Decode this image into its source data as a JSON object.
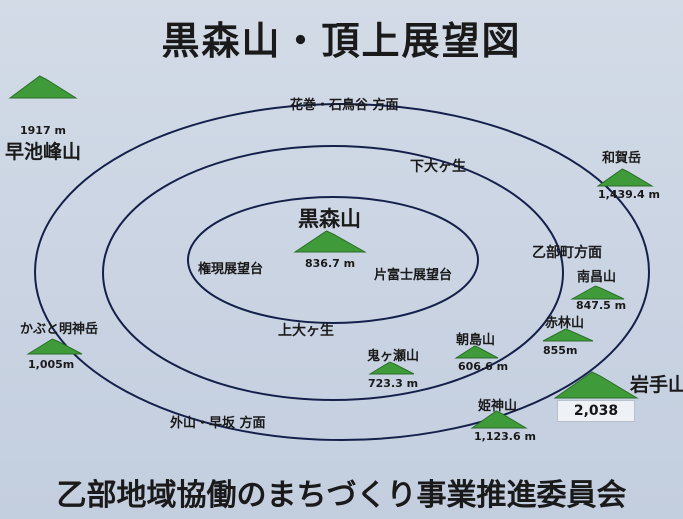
{
  "title": "黒森山・頂上展望図",
  "footer": "乙部地域協働のまちづくり事業推進委員会",
  "directions": {
    "north": "花巻・石鳥谷 方面",
    "east": "乙部町方面",
    "south": "外山・早坂 方面"
  },
  "places": {
    "shimo": "下大ヶ生",
    "kami": "上大ヶ生",
    "gongen": "権現展望台",
    "katafuji": "片富士展望台"
  },
  "summit": {
    "name": "黒森山",
    "elevation": "836.7 m"
  },
  "mountains": [
    {
      "name": "早池峰山",
      "elevation": "1917 m"
    },
    {
      "name": "和賀岳",
      "elevation": "1,439.4 m"
    },
    {
      "name": "南昌山",
      "elevation": "847.5 m"
    },
    {
      "name": "赤林山",
      "elevation": "855m"
    },
    {
      "name": "かぶと明神岳",
      "elevation": "1,005m"
    },
    {
      "name": "朝島山",
      "elevation": "606.6 m"
    },
    {
      "name": "鬼ヶ瀬山",
      "elevation": "723.3 m"
    },
    {
      "name": "姫神山",
      "elevation": "1,123.6 m"
    },
    {
      "name": "岩手山",
      "elevation": "2,038"
    }
  ],
  "colors": {
    "ring": "#14204a",
    "mountain": "#3f9a3a",
    "mountain_dark": "#2a6e2a"
  }
}
